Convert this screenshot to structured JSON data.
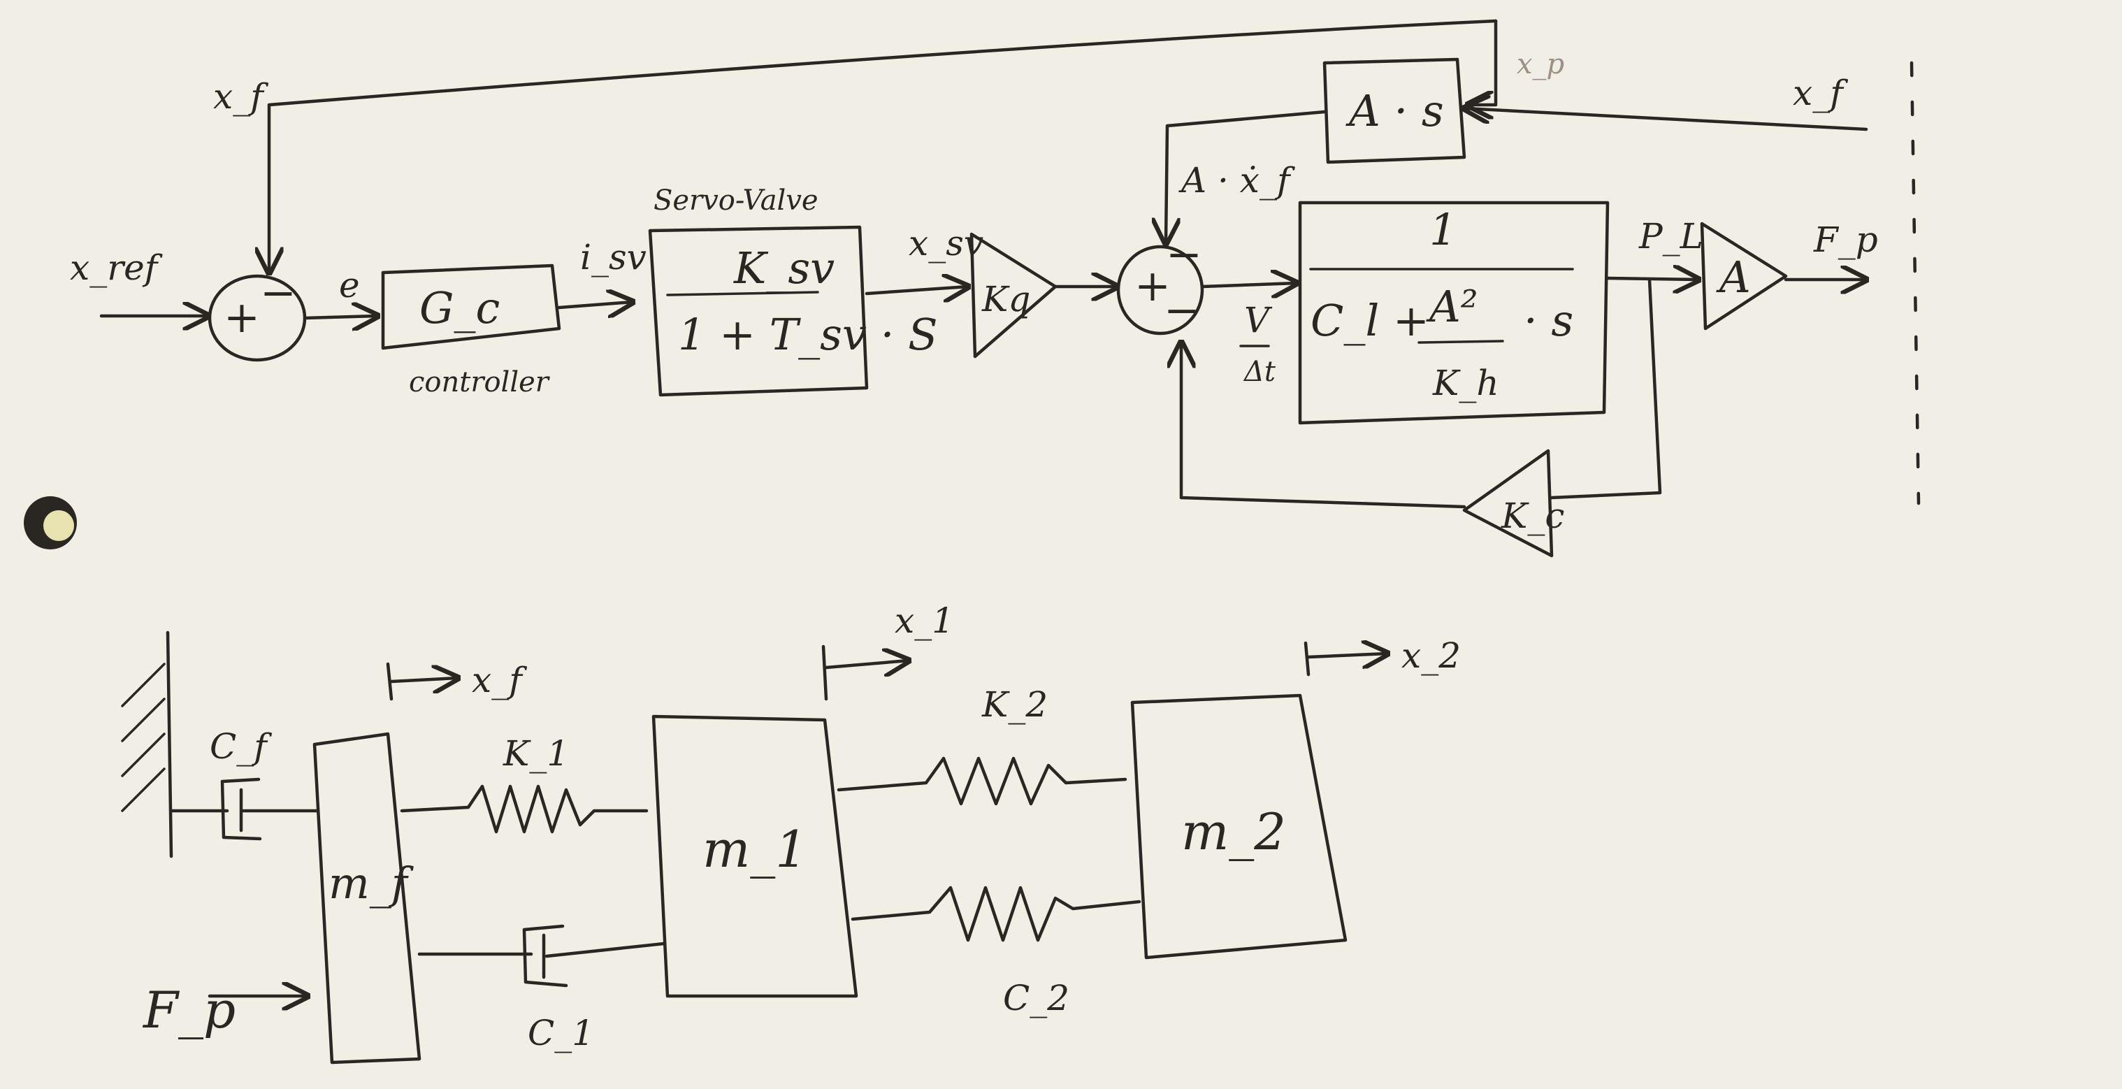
{
  "block_diagram": {
    "input_label": "x_ref",
    "feedback_label": "x_f",
    "sum1_plus": "+",
    "sum1_minus": "−",
    "error_label": "e",
    "controller_block": "G_c",
    "controller_caption": "controller",
    "current_label": "i_sv",
    "servo_caption": "Servo-Valve",
    "servo_numerator": "K_sv",
    "servo_denominator": "1 + T_sv · S",
    "spool_label": "x_sv",
    "gain_q": "Kq",
    "sum2_plus": "+",
    "sum2_minus_top": "−",
    "sum2_minus_bottom": "−",
    "velocity_term": "A · ẋ_f",
    "derivative_block": "A · s",
    "derivative_input_label": "x_f",
    "derivative_top_label": "x_p",
    "hydraulic_numerator": "1",
    "hydraulic_den_left": "C_l +",
    "hydraulic_den_frac_num": "A²",
    "hydraulic_den_frac_den": "K_h",
    "hydraulic_den_right": "· s",
    "volume_num": "V",
    "volume_den": "Δt",
    "pressure_label": "P_L",
    "area_gain": "A",
    "force_label": "F_p",
    "leak_gain": "K_c"
  },
  "mechanical_model": {
    "damper_f_label": "C_f",
    "mass_f_label": "m_f",
    "spring_1_label": "K_1",
    "damper_1_label": "C_1",
    "mass_1_label": "m_1",
    "spring_2_label": "K_2",
    "damper_2_label": "C_2",
    "mass_2_label": "m_2",
    "disp_f_label": "x_f",
    "disp_1_label": "x_1",
    "disp_2_label": "x_2",
    "force_input_label": "F_p"
  },
  "colors": {
    "ink": "#2a2622",
    "paper": "#f1eee6"
  }
}
